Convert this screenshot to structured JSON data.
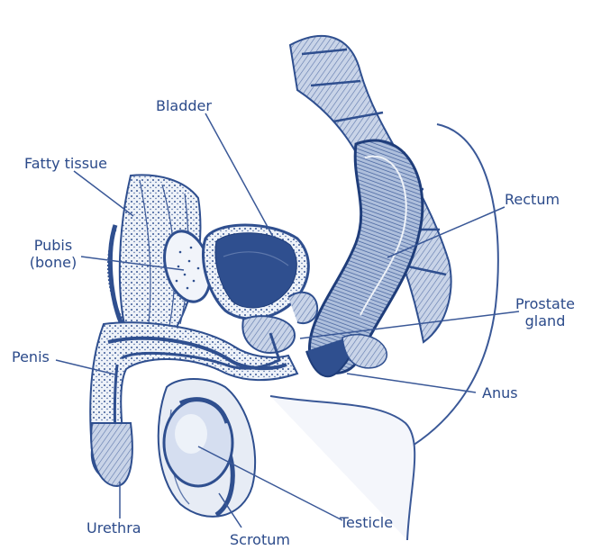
{
  "labels": {
    "bladder": "Bladder",
    "fatty_tissue": "Fatty tissue",
    "pubis_line1": "Pubis",
    "pubis_line2": "(bone)",
    "penis": "Penis",
    "urethra": "Urethra",
    "scrotum": "Scrotum",
    "testicle": "Testicle",
    "anus": "Anus",
    "prostate_line1": "Prostate",
    "prostate_line2": "gland",
    "rectum": "Rectum"
  },
  "colors": {
    "ink": "#2b4a8a",
    "tissue_light": "#dfe6f1",
    "tissue_mid": "#9fb2d3",
    "tissue_dark": "#2f4f8f",
    "line": "#3a5897"
  }
}
